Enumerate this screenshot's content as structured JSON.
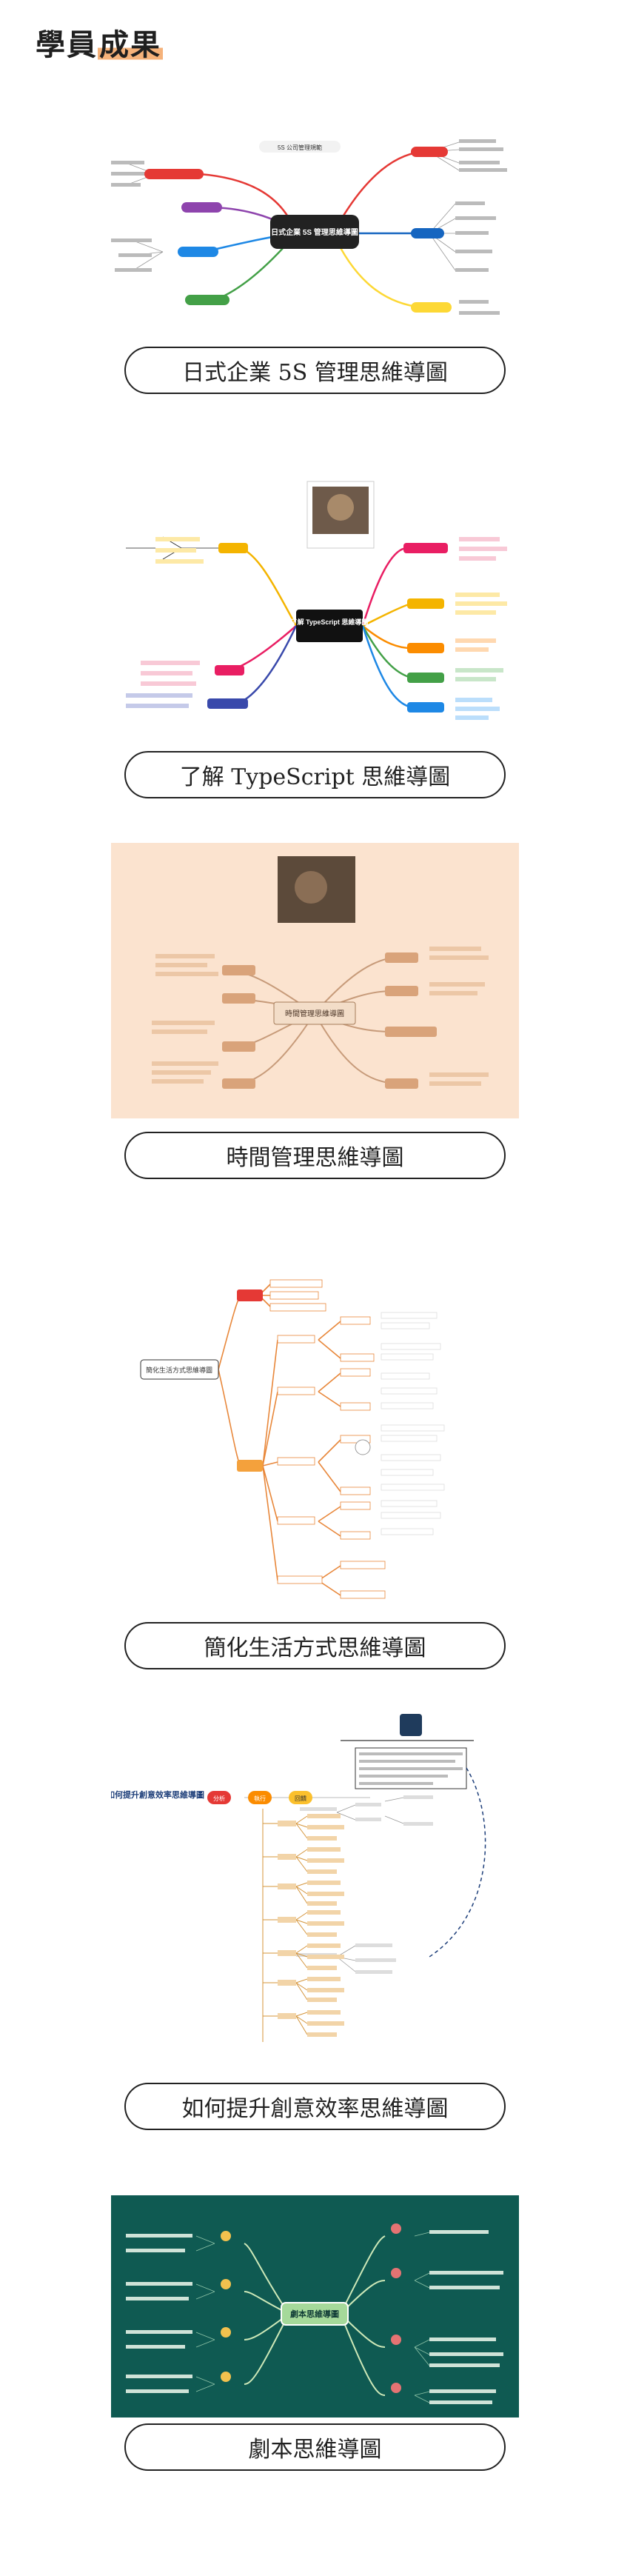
{
  "header": {
    "title_main": "學員",
    "title_highlight": "成果"
  },
  "sections": [
    {
      "caption": "日式企業 5S 管理思維導圖",
      "center": "日式企業 5S 管理思維導圖",
      "top_label": "5S 公司管理規範"
    },
    {
      "caption": "了解 TypeScript 思維導圖",
      "center": "了解 TypeScript 思維導圖"
    },
    {
      "caption": "時間管理思維導圖",
      "center": "時間管理思維導圖"
    },
    {
      "caption": "簡化生活方式思維導圖",
      "center": "簡化生活方式思維導圖"
    },
    {
      "caption": "如何提升創意效率思維導圖",
      "center": "如何提升創意效率思維導圖",
      "chips": [
        "分析",
        "執行",
        "回饋"
      ]
    },
    {
      "caption": "劇本思維導圖",
      "center": "劇本思維導圖"
    }
  ],
  "colors": {
    "accent": "#f5b27a",
    "mm5s_branches": [
      "#e53935",
      "#8e44ad",
      "#1e88e5",
      "#43a047",
      "#fdd835",
      "#1565c0",
      "#26a69a"
    ],
    "ts_branches": [
      "#f4b400",
      "#e91e63",
      "#fb8c00",
      "#43a047",
      "#1e88e5",
      "#3949ab"
    ],
    "time_bg": "#fbe3cf",
    "time_nodes": "#d9a37a",
    "simplify_lines": "#e8873a",
    "creative": [
      "#e53935",
      "#fb8c00",
      "#fbc02d"
    ],
    "script_bg": "#0f5a52"
  },
  "icons": [
    "photo-icon",
    "document-icon",
    "notebook-icon"
  ]
}
